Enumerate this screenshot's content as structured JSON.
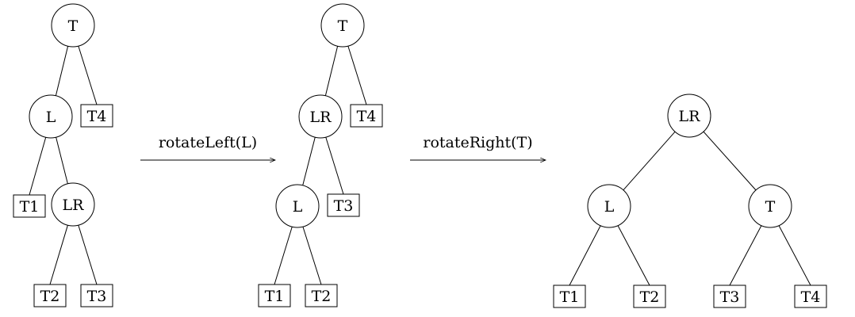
{
  "trees": [
    {
      "nodes": [
        {
          "id": "t1_T",
          "label": "T",
          "shape": "circle"
        },
        {
          "id": "t1_L",
          "label": "L",
          "shape": "circle"
        },
        {
          "id": "t1_T4",
          "label": "T4",
          "shape": "box"
        },
        {
          "id": "t1_T1",
          "label": "T1",
          "shape": "box"
        },
        {
          "id": "t1_LR",
          "label": "LR",
          "shape": "circle"
        },
        {
          "id": "t1_T2",
          "label": "T2",
          "shape": "box"
        },
        {
          "id": "t1_T3",
          "label": "T3",
          "shape": "box"
        }
      ],
      "edges": [
        [
          "t1_T",
          "t1_L"
        ],
        [
          "t1_T",
          "t1_T4"
        ],
        [
          "t1_L",
          "t1_T1"
        ],
        [
          "t1_L",
          "t1_LR"
        ],
        [
          "t1_LR",
          "t1_T2"
        ],
        [
          "t1_LR",
          "t1_T3"
        ]
      ]
    },
    {
      "nodes": [
        {
          "id": "t2_T",
          "label": "T",
          "shape": "circle"
        },
        {
          "id": "t2_LR",
          "label": "LR",
          "shape": "circle"
        },
        {
          "id": "t2_T4",
          "label": "T4",
          "shape": "box"
        },
        {
          "id": "t2_L",
          "label": "L",
          "shape": "circle"
        },
        {
          "id": "t2_T3",
          "label": "T3",
          "shape": "box"
        },
        {
          "id": "t2_T1",
          "label": "T1",
          "shape": "box"
        },
        {
          "id": "t2_T2",
          "label": "T2",
          "shape": "box"
        }
      ],
      "edges": [
        [
          "t2_T",
          "t2_LR"
        ],
        [
          "t2_T",
          "t2_T4"
        ],
        [
          "t2_LR",
          "t2_L"
        ],
        [
          "t2_LR",
          "t2_T3"
        ],
        [
          "t2_L",
          "t2_T1"
        ],
        [
          "t2_L",
          "t2_T2"
        ]
      ]
    },
    {
      "nodes": [
        {
          "id": "t3_LR",
          "label": "LR",
          "shape": "circle"
        },
        {
          "id": "t3_L",
          "label": "L",
          "shape": "circle"
        },
        {
          "id": "t3_T",
          "label": "T",
          "shape": "circle"
        },
        {
          "id": "t3_T1",
          "label": "T1",
          "shape": "box"
        },
        {
          "id": "t3_T2",
          "label": "T2",
          "shape": "box"
        },
        {
          "id": "t3_T3",
          "label": "T3",
          "shape": "box"
        },
        {
          "id": "t3_T4",
          "label": "T4",
          "shape": "box"
        }
      ],
      "edges": [
        [
          "t3_LR",
          "t3_L"
        ],
        [
          "t3_LR",
          "t3_T"
        ],
        [
          "t3_L",
          "t3_T1"
        ],
        [
          "t3_L",
          "t3_T2"
        ],
        [
          "t3_T",
          "t3_T3"
        ],
        [
          "t3_T",
          "t3_T4"
        ]
      ]
    }
  ],
  "transitions": [
    {
      "id": "arrow_rotate_left",
      "label": "rotateLeft(L)"
    },
    {
      "id": "arrow_rotate_right",
      "label": "rotateRight(T)"
    }
  ]
}
